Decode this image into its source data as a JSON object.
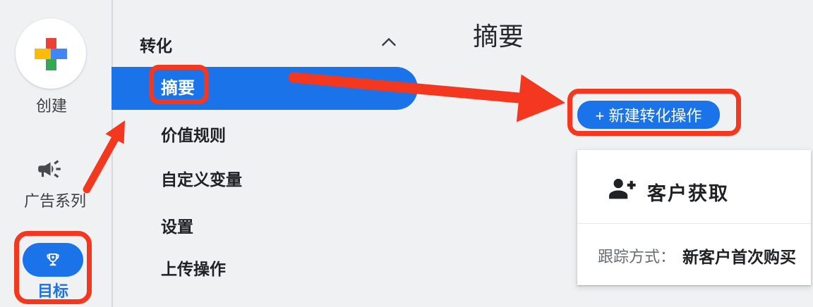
{
  "colors": {
    "accent_blue": "#1a73e8",
    "annotation_red": "#f4381f",
    "background_gray": "#f0f1f3",
    "text_dark": "#202124",
    "text_gray": "#6a6e72"
  },
  "nav_rail": {
    "create": {
      "label": "创建",
      "icon": "google-plus-icon"
    },
    "campaigns": {
      "label": "广告系列",
      "icon": "megaphone-icon"
    },
    "goals": {
      "label": "目标",
      "icon": "trophy-icon",
      "selected": true,
      "annotated": true
    }
  },
  "submenu": {
    "section_label": "转化",
    "collapse_icon": "chevron-up-icon",
    "items": [
      {
        "label": "摘要",
        "selected": true,
        "annotated": true
      },
      {
        "label": "价值规则",
        "selected": false
      },
      {
        "label": "自定义变量",
        "selected": false
      },
      {
        "label": "设置",
        "selected": false
      },
      {
        "label": "上传操作",
        "selected": false
      }
    ]
  },
  "main": {
    "page_title": "摘要",
    "new_conversion_button_label": "+ 新建转化操作",
    "card": {
      "icon": "person-add-icon",
      "title": "客户获取",
      "tracking_label": "跟踪方式：",
      "tracking_value": "新客户首次购买"
    }
  }
}
